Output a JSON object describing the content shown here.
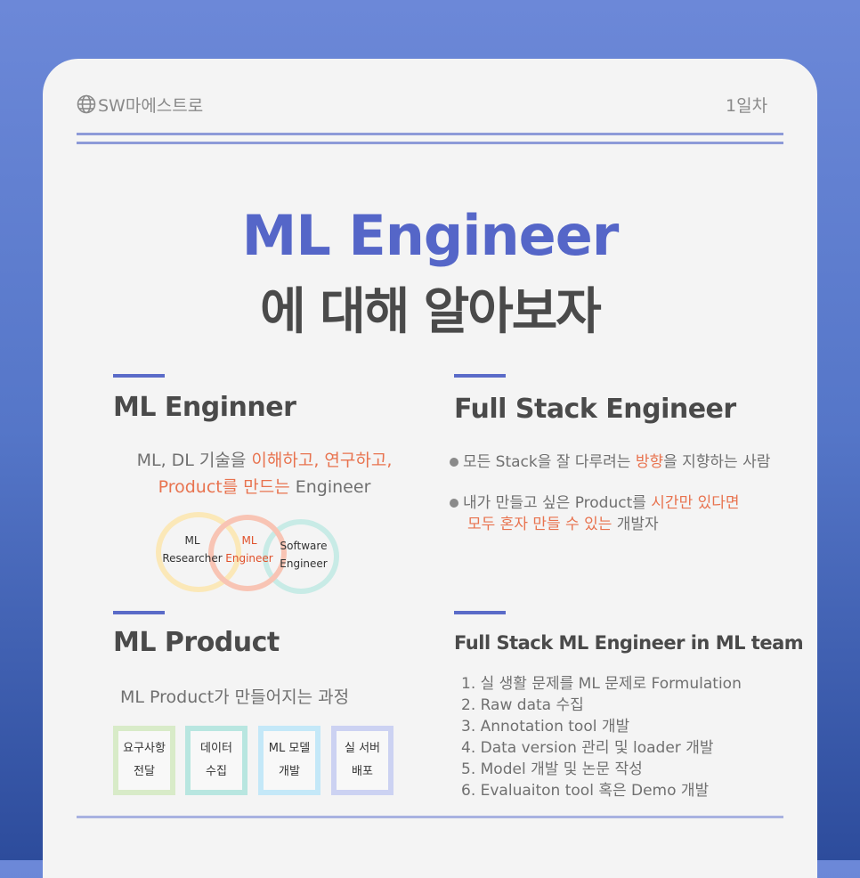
{
  "header": {
    "brand": "SW마에스트로",
    "day": "1일차",
    "brand_icon": "globe-icon"
  },
  "title": {
    "line1": "ML Engineer",
    "line2": "에 대해 알아보자"
  },
  "ml_engineer": {
    "heading": "ML Enginner",
    "desc_plain1": "ML, DL 기술을 ",
    "desc_hl1": "이해하고, 연구하고,",
    "desc_hl2": "Product를 만드는",
    "desc_plain2": " Engineer",
    "venn": {
      "researcher": [
        "ML",
        "Researcher"
      ],
      "engineer": [
        "ML",
        "Engineer"
      ],
      "software": [
        "Software",
        "Engineer"
      ]
    }
  },
  "full_stack": {
    "heading": "Full Stack Engineer",
    "b1_a": "모든 Stack을 잘 다루려는 ",
    "b1_hl": "방향",
    "b1_b": "을 지향하는 사람",
    "b2_a": "내가 만들고 싶은 Product를 ",
    "b2_hl1": "시간만 있다면",
    "b2_hl2": "모두 혼자 만들 수 있는",
    "b2_b": " 개발자"
  },
  "ml_product": {
    "heading": "ML Product",
    "subtitle": "ML Product가 만들어지는 과정",
    "steps": [
      [
        "요구사항",
        "전달"
      ],
      [
        "데이터",
        "수집"
      ],
      [
        "ML 모델",
        "개발"
      ],
      [
        "실 서버",
        "배포"
      ]
    ]
  },
  "team": {
    "heading": "Full Stack ML Engineer in ML team",
    "items": [
      "1. 실 생활 문제를 ML 문제로 Formulation",
      "2. Raw data 수집",
      "3. Annotation tool 개발",
      "4. Data version 관리 및 loader 개발",
      "5. Model 개발 및 논문 작성",
      "6. Evaluaiton tool 혹은 Demo 개발"
    ]
  },
  "colors": {
    "blue": "#5566c8",
    "orange": "#e8734f",
    "yellow": "#fbe8b8",
    "pink": "#f8c4b4",
    "teal": "#c8ebe6",
    "green": "#d8ebc8",
    "aqua": "#b8e6e0",
    "sky": "#c4e8f8",
    "lavender": "#ccd2f2"
  }
}
